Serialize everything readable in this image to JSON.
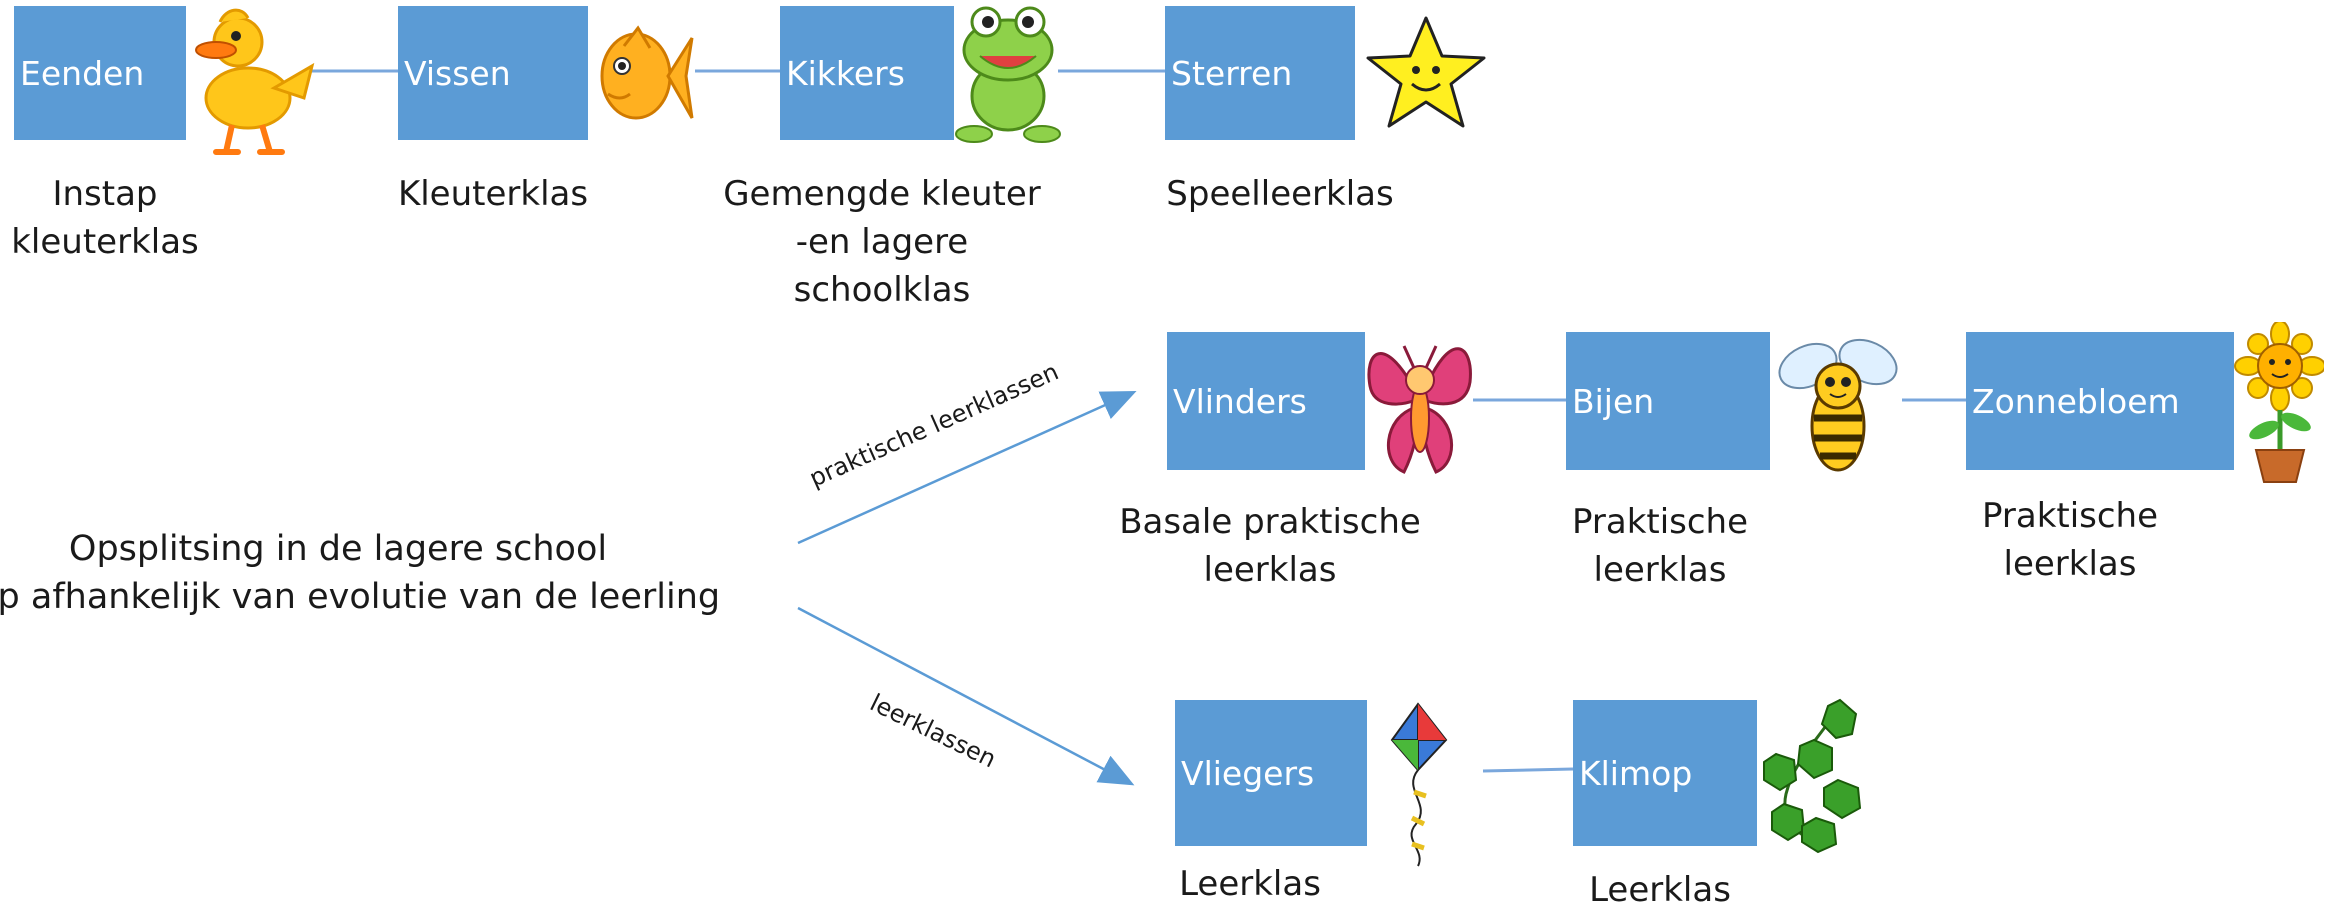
{
  "colors": {
    "box": "#5b9bd5",
    "line": "#7aa7dc",
    "arrow": "#5b9bd5",
    "text": "#1a1a1a"
  },
  "row1": [
    {
      "label": "Eenden",
      "caption": [
        "Instap",
        "kleuterklas"
      ],
      "icon": "duck-icon"
    },
    {
      "label": "Vissen",
      "caption": [
        "Kleuterklas"
      ],
      "icon": "fish-icon"
    },
    {
      "label": "Kikkers",
      "caption": [
        "Gemengde kleuter",
        "-en lagere",
        "schoolklas"
      ],
      "icon": "frog-icon"
    },
    {
      "label": "Sterren",
      "caption": [
        "Speelleerklas"
      ],
      "icon": "star-icon"
    }
  ],
  "split": {
    "text": [
      "Opsplitsing in de lagere school",
      "stip afhankelijk van evolutie van de leerling"
    ],
    "upper_arrow_label": "praktische leerklassen",
    "lower_arrow_label": "leerklassen"
  },
  "row2": [
    {
      "label": "Vlinders",
      "caption": [
        "Basale praktische",
        "leerklas"
      ],
      "icon": "butterfly-icon"
    },
    {
      "label": "Bijen",
      "caption": [
        "Praktische",
        "leerklas"
      ],
      "icon": "bee-icon"
    },
    {
      "label": "Zonnebloem",
      "caption": [
        "Praktische",
        "leerklas"
      ],
      "icon": "sunflower-icon"
    }
  ],
  "row3": [
    {
      "label": "Vliegers",
      "caption": [
        "Leerklas"
      ],
      "icon": "kite-icon"
    },
    {
      "label": "Klimop",
      "caption": [
        "Leerklas"
      ],
      "icon": "ivy-icon"
    }
  ]
}
